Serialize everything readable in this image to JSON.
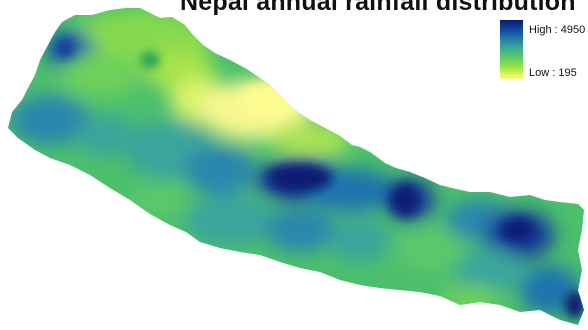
{
  "title": "Nepal annual rainfall distribution",
  "legend": {
    "high_label": "High : 4950",
    "low_label": "Low : 195",
    "high_value": 4950,
    "low_value": 195,
    "high_color": "#0a1a73",
    "mid_color": "#3aa59c",
    "low_color": "#fbfb90"
  }
}
